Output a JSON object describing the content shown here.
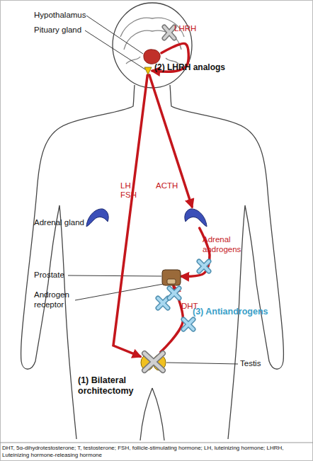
{
  "diagram": {
    "caption": "DHT, 5α-dihydrotestosterone; T, testosterone; FSH, follicle-stimulating hormone; LH, luteinizing hormone; LHRH, Luteinizing hormone-releasing hormone",
    "nodes": [
      {
        "text": [
          "Hypothalamus"
        ]
      },
      {
        "text": [
          "Pituary gland"
        ]
      },
      {
        "text": [
          "Adrenal gland"
        ]
      },
      {
        "text": [
          "Adrenal androgens"
        ]
      },
      {
        "text": [
          "Prostate"
        ]
      },
      {
        "text": [
          "Testis"
        ]
      }
    ],
    "edges": [
      {
        "from": 0,
        "to": 1,
        "label": "LHRH",
        "arrow": "to"
      },
      {
        "from": 1,
        "to": 5,
        "label": "LH FSH",
        "arrow": "to"
      },
      {
        "from": 1,
        "to": 3,
        "label": "ACTH",
        "arrow": "to"
      },
      {
        "from": 3,
        "to": 4,
        "arrow": "to"
      },
      {
        "from": 5,
        "to": 4,
        "label": "DHT",
        "arrow": "to"
      }
    ],
    "labels": [
      "(2) LHRH analogs",
      "Androgen receptor",
      "(3) Antiandrogens",
      "(1) Bilateral orchitectomy"
    ]
  }
}
